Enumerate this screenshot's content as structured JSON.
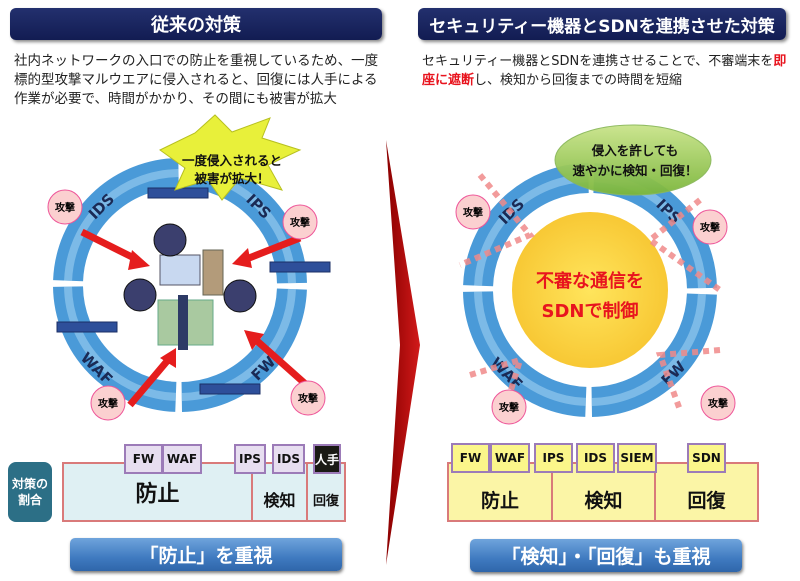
{
  "left": {
    "title": "従来の対策",
    "description": [
      "社内ネットワークの入口での防止を重視しているため、一度",
      "標的型攻撃マルウエアに侵入されると、回復には人手による",
      "作業が必要で、時間がかかり、その間にも被害が拡大"
    ],
    "callout": [
      "一度侵入されると",
      "被害が拡大！"
    ],
    "ring_labels": {
      "tl": "IDS",
      "tr": "IPS",
      "bl": "WAF",
      "br": "FW"
    },
    "attack_label": "攻撃",
    "ratio_label": [
      "対策の",
      "割合"
    ],
    "segments": {
      "prevent": "防止",
      "detect": "検知",
      "recover": "回復"
    },
    "tags": [
      "FW",
      "WAF",
      "IPS",
      "IDS",
      "人手"
    ],
    "summary_button": "「防止」を重視"
  },
  "right": {
    "title": "セキュリティー機器とSDNを連携させた対策",
    "description_pre": "セキュリティー機器とSDNを連携させることで、不審端末を",
    "description_em1": "即",
    "description_em2": "座に遮断",
    "description_post": "し、検知から回復までの時間を短縮",
    "callout": [
      "侵入を許しても",
      "速やかに検知・回復！"
    ],
    "center_text": [
      "不審な通信を",
      "SDNで制御"
    ],
    "ring_labels": {
      "tl": "IDS",
      "tr": "IPS",
      "bl": "WAF",
      "br": "FW"
    },
    "attack_label": "攻撃",
    "segments": {
      "prevent": "防止",
      "detect": "検知",
      "recover": "回復"
    },
    "tags": [
      "FW",
      "WAF",
      "IPS",
      "IDS",
      "SIEM",
      "SDN"
    ],
    "summary_button": "「検知」・「回復」も重視"
  },
  "colors": {
    "navy": "#14205a",
    "ring": "#4a9ad8",
    "accent_red": "#e8141e",
    "yellow": "#fbf5a6",
    "lightblue": "#dff0f3"
  }
}
